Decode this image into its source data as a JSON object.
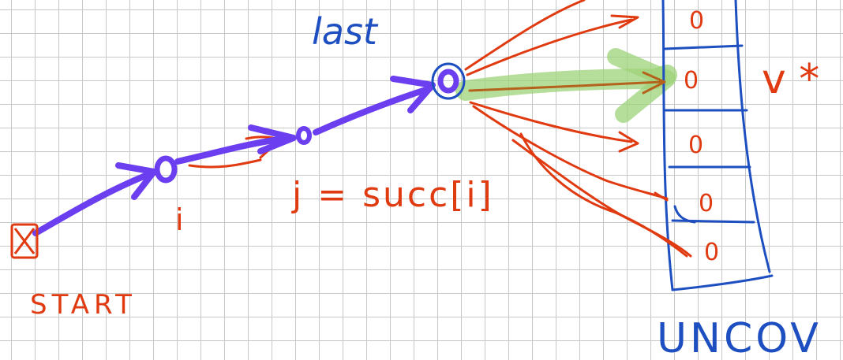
{
  "labels": {
    "last": "last",
    "start": "START",
    "i": "i",
    "j_succ": "j = succ[i]",
    "v_star": "v *",
    "uncov": "UNCOV",
    "slots": [
      "0",
      "0",
      "0",
      "0",
      "0"
    ]
  },
  "colors": {
    "ink_blue": "#1e4fc0",
    "ink_red": "#e03a10",
    "path_purple": "#6b3ff0",
    "highlight_green": "#9ed37a",
    "ink_brown": "#b5631c"
  }
}
